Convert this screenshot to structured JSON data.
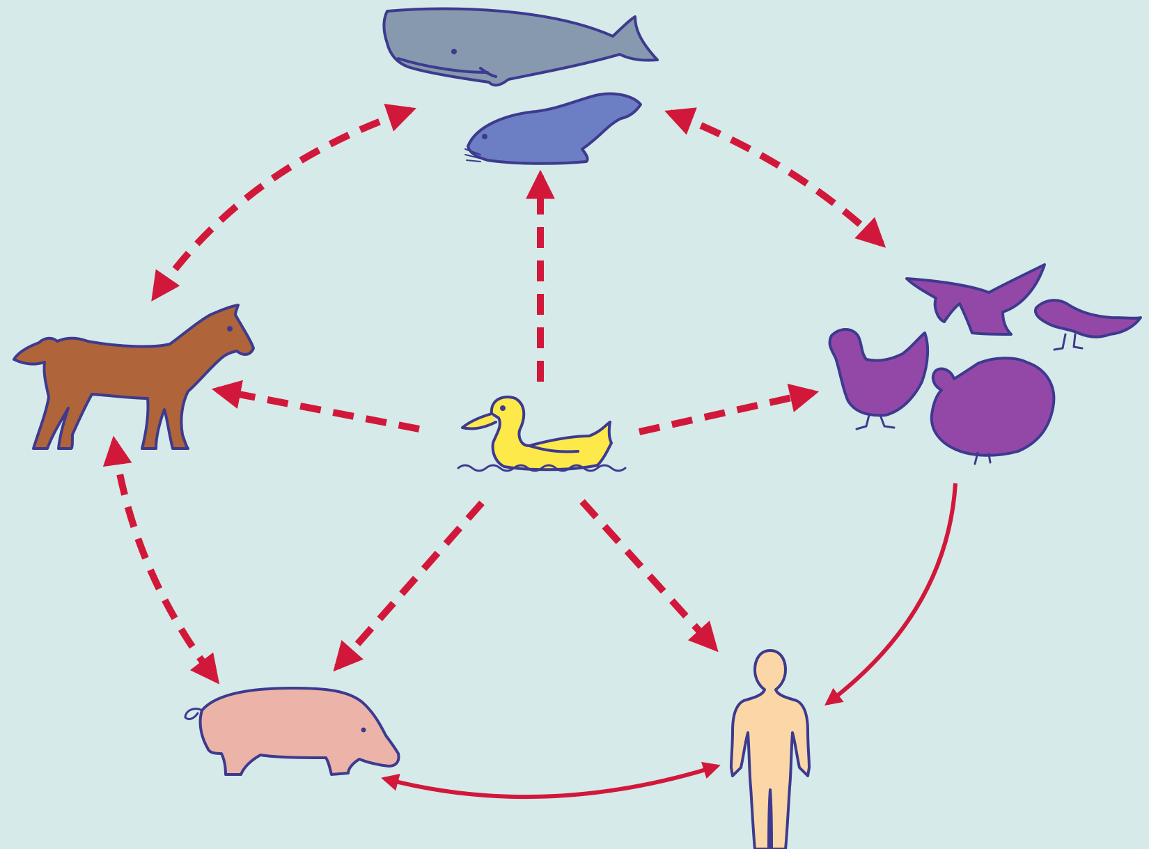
{
  "diagram": {
    "type": "transmission-cycle",
    "background": "#d6eae9",
    "arrow_color": "#d2183a",
    "outline_color": "#3d3a8f",
    "nodes": [
      {
        "id": "waterfowl",
        "icon": "duck-icon",
        "color": "#fde94a"
      },
      {
        "id": "marine-mammals",
        "icon": "whale-icon",
        "color": "#8799ae"
      },
      {
        "id": "marine-mammals-seal",
        "icon": "seal-icon",
        "color": "#6d7fc4"
      },
      {
        "id": "birds",
        "icon": "birds-icon",
        "color": "#9348a8"
      },
      {
        "id": "horse",
        "icon": "horse-icon",
        "color": "#b0643a"
      },
      {
        "id": "pig",
        "icon": "pig-icon",
        "color": "#ecb4a8"
      },
      {
        "id": "human",
        "icon": "human-icon",
        "color": "#fbd7a8"
      }
    ],
    "edges": [
      {
        "from": "waterfowl",
        "to": "marine-mammals",
        "style": "dashed",
        "direction": "one-way"
      },
      {
        "from": "waterfowl",
        "to": "horse",
        "style": "dashed",
        "direction": "one-way"
      },
      {
        "from": "waterfowl",
        "to": "birds",
        "style": "dashed",
        "direction": "one-way"
      },
      {
        "from": "waterfowl",
        "to": "pig",
        "style": "dashed",
        "direction": "one-way"
      },
      {
        "from": "waterfowl",
        "to": "human",
        "style": "dashed",
        "direction": "one-way"
      },
      {
        "from": "marine-mammals",
        "to": "horse",
        "style": "dashed",
        "direction": "two-way"
      },
      {
        "from": "marine-mammals",
        "to": "birds",
        "style": "dashed",
        "direction": "two-way"
      },
      {
        "from": "horse",
        "to": "pig",
        "style": "dashed",
        "direction": "two-way"
      },
      {
        "from": "birds",
        "to": "human",
        "style": "solid",
        "direction": "one-way"
      },
      {
        "from": "pig",
        "to": "human",
        "style": "solid",
        "direction": "two-way"
      }
    ]
  }
}
